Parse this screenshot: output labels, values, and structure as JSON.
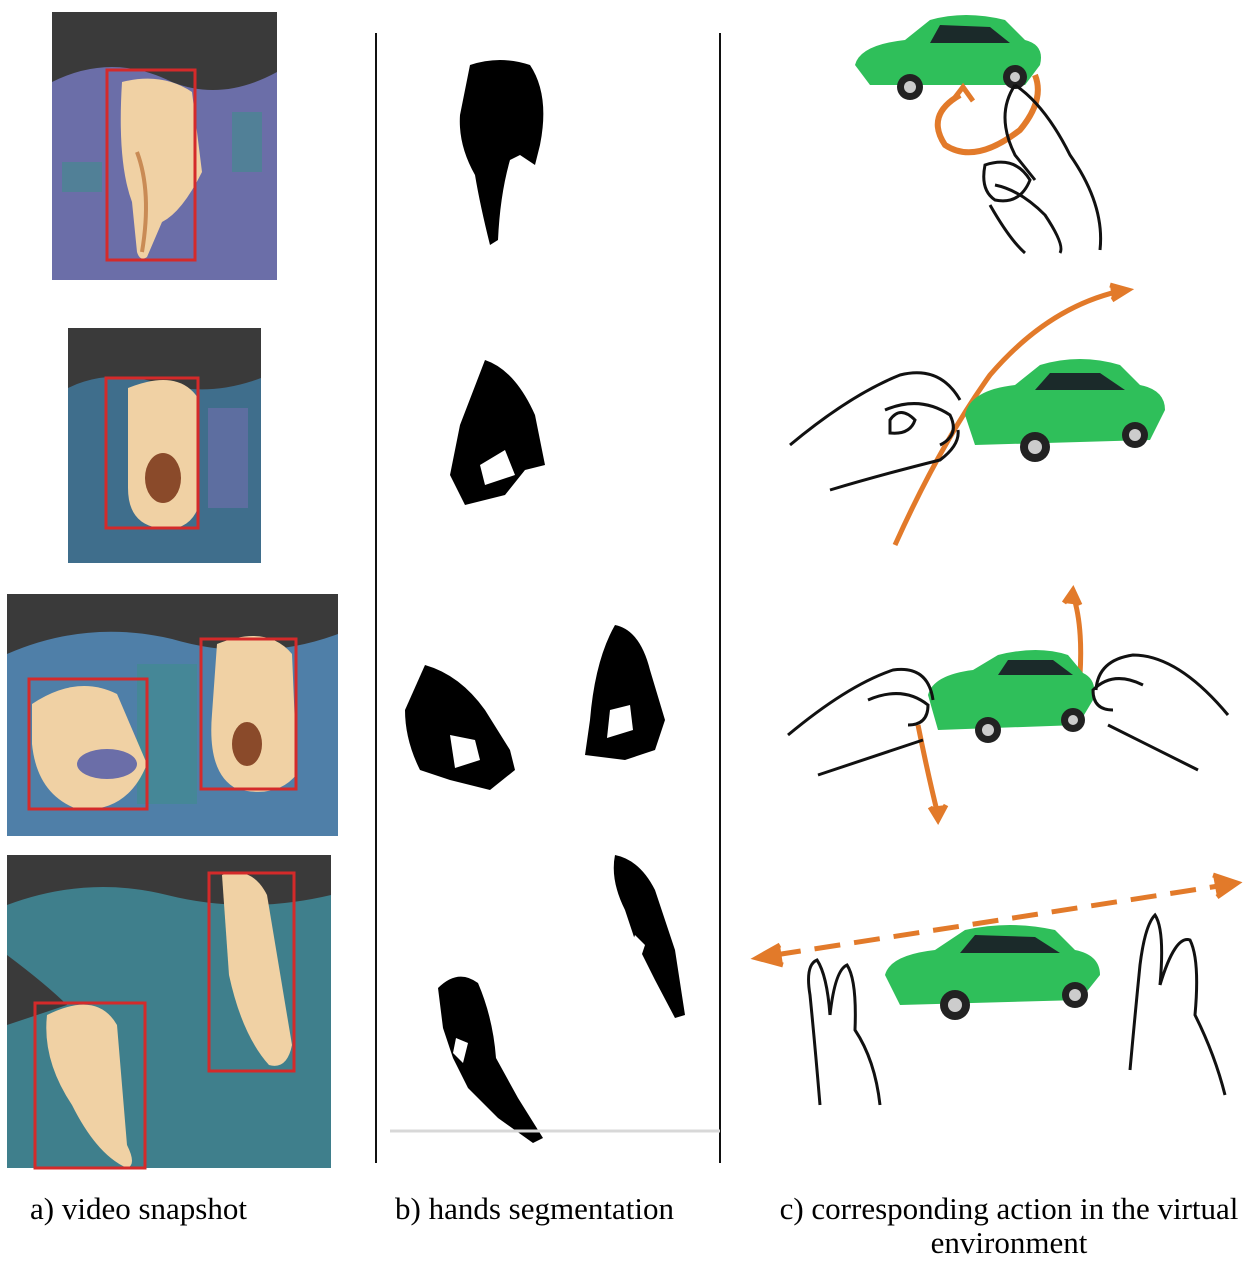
{
  "captions": {
    "a": "a) video snapshot",
    "b": "b) hands segmentation",
    "c_line1": "c) corresponding action in the virtual",
    "c_line2": "environment"
  },
  "colors": {
    "background": "#ffffff",
    "divider": "#111111",
    "bounding_box": "#d42a2a",
    "skin": "#f0d1a4",
    "skin_shadow": "#c98b55",
    "sleeve": "#3a3a3a",
    "backdrop_purple": "#6b6ea8",
    "backdrop_teal": "#3f8c8c",
    "segmentation": "#000000",
    "car_green": "#2fbf5a",
    "arrow_orange": "#e27a2a",
    "sketch_line": "#111111"
  },
  "icons": [
    "video-snapshot-thumbnail",
    "segmentation-mask",
    "hand-sketch-icon",
    "car-icon",
    "rotation-arrow-icon",
    "translation-arrow-icon"
  ]
}
